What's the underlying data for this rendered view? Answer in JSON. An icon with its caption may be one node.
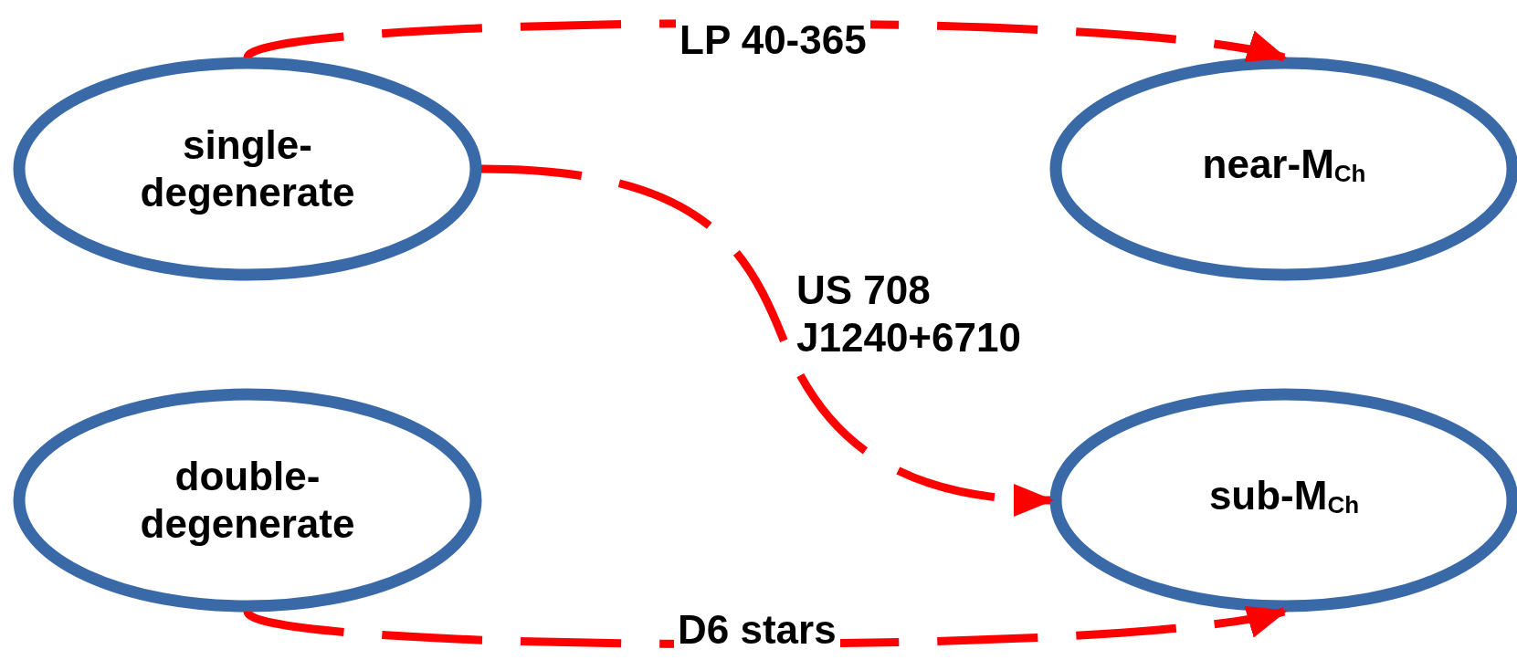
{
  "diagram": {
    "nodes": [
      {
        "text": [
          "single- degenerate"
        ]
      },
      {
        "text": [
          "near-M$_{Ch}$"
        ]
      },
      {
        "text": [
          "double- degenerate"
        ]
      },
      {
        "text": [
          "sub-M$_{Ch}$"
        ]
      }
    ],
    "edges": [
      {
        "from": 0,
        "to": 1,
        "arrow": "to",
        "label": "LP 40-365",
        "style": "dashed"
      },
      {
        "from": 0,
        "to": 3,
        "arrow": "to",
        "label": "US 708 J1240+6710",
        "style": "dashed"
      },
      {
        "from": 2,
        "to": 3,
        "arrow": "to",
        "label": "D6 stars",
        "style": "dashed"
      }
    ]
  }
}
